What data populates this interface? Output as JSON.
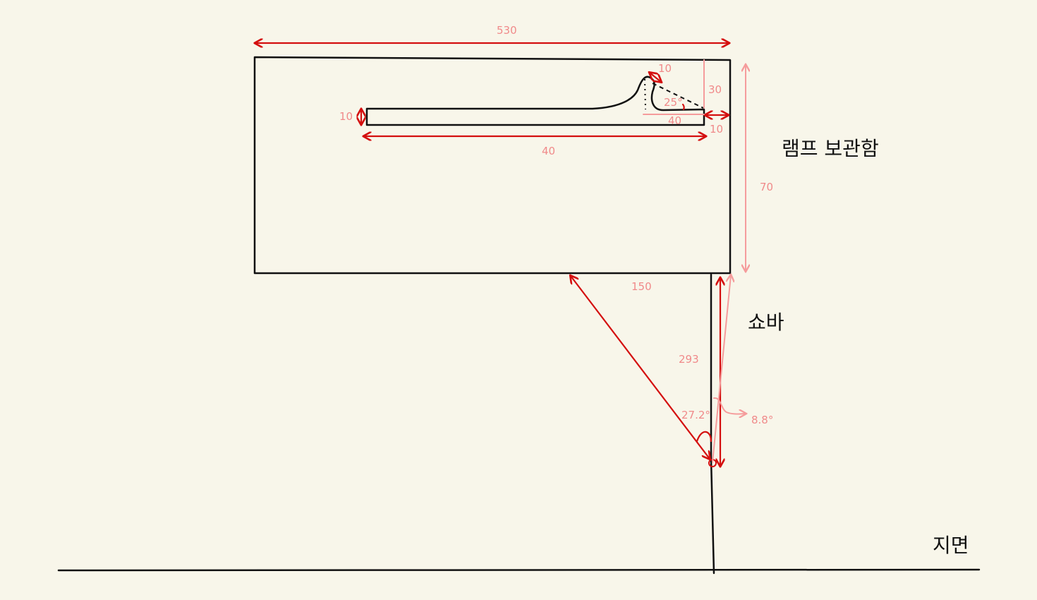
{
  "labels": {
    "lamp_storage": "램프 보관함",
    "shock_absorber": "쇼바",
    "ground": "지면"
  },
  "dimensions": {
    "box_width": "530",
    "box_height": "70",
    "slot_height": "10",
    "slot_length": "40",
    "hook_tip": "10",
    "hook_height": "30",
    "hook_angle": "25°",
    "hook_base": "40",
    "wall_gap": "10",
    "mount_offset": "150",
    "strut_length": "293",
    "strut_angle": "27.2°",
    "tilt_angle": "8.8°"
  },
  "colors": {
    "background": "#f8f6ea",
    "dimension_red": "#d40f0f",
    "dimension_pink": "#f59c9c",
    "outline": "#111111"
  }
}
